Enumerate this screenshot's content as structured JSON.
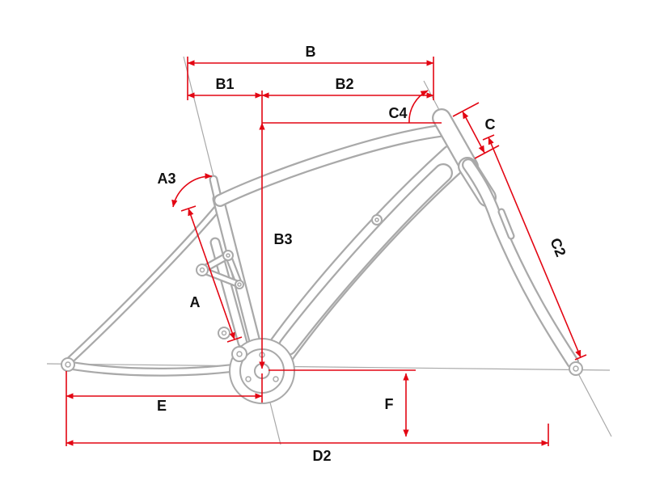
{
  "labels": {
    "a": "A",
    "a3": "A3",
    "b": "B",
    "b1": "B1",
    "b2": "B2",
    "b3": "B3",
    "c": "C",
    "c2": "C2",
    "c4": "C4",
    "d2": "D2",
    "e": "E",
    "f": "F"
  },
  "colors": {
    "dimension": "#e30613",
    "frame": "#a9a9a9",
    "label": "#111111",
    "background": "#ffffff"
  }
}
